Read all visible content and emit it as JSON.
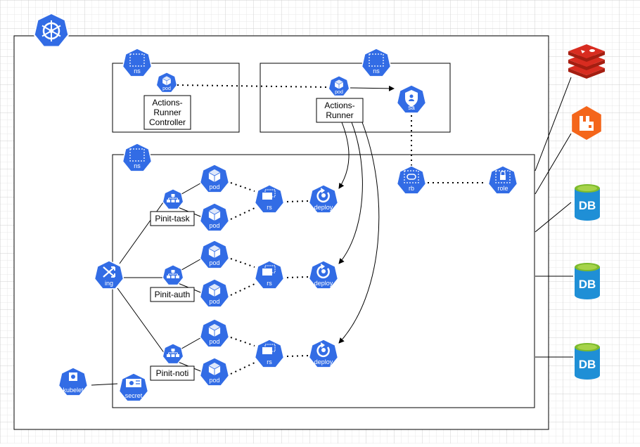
{
  "namespaces": {
    "ns_label": "ns"
  },
  "controller_box": {
    "pod_label": "pod",
    "line1": "Actions-",
    "line2": "Runner",
    "line3": "Controller"
  },
  "runner_box": {
    "pod_label": "pod",
    "line1": "Actions-",
    "line2": "Runner",
    "sa_label": "sa"
  },
  "app_ns": {
    "rb_label": "rb",
    "role_label": "role",
    "ing_label": "ing",
    "kubelet_label": "kubelet",
    "secret_label": "secret",
    "services": [
      {
        "name": "Pinit-task",
        "pod_label": "pod",
        "rs_label": "rs",
        "deploy_label": "deploy"
      },
      {
        "name": "Pinit-auth",
        "pod_label": "pod",
        "rs_label": "rs",
        "deploy_label": "deploy"
      },
      {
        "name": "Pinit-noti",
        "pod_label": "pod",
        "rs_label": "rs",
        "deploy_label": "deploy"
      }
    ]
  },
  "external": {
    "db_label": "DB"
  },
  "colors": {
    "k8s_blue": "#326ce5",
    "redis_red": "#c62b2b",
    "rabbit_orange": "#f4661b",
    "db_blue": "#1f8fd6",
    "db_top_green": "#7dbb2c",
    "grid": "#dddddd"
  }
}
